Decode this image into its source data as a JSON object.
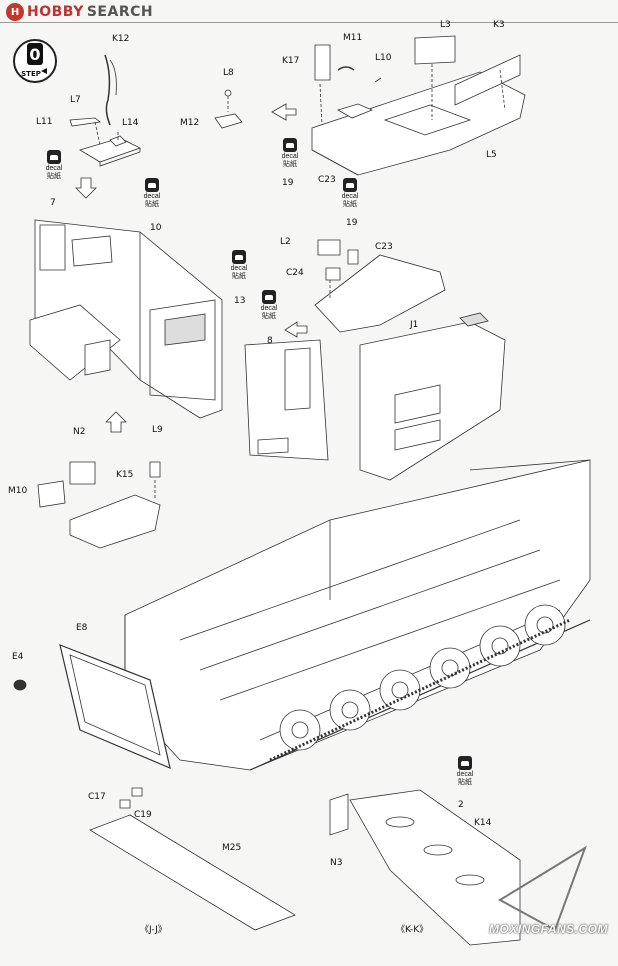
{
  "site": {
    "logo_mark": "H",
    "logo_brand": "HOBBY",
    "logo_search": "SEARCH"
  },
  "step": {
    "number": "0",
    "word": "STEP"
  },
  "decals": [
    {
      "line1": "decal",
      "line2": "貼紙"
    },
    {
      "line1": "decal",
      "line2": "貼紙"
    },
    {
      "line1": "decal",
      "line2": "貼紙"
    },
    {
      "line1": "decal",
      "line2": "貼紙"
    },
    {
      "line1": "decal",
      "line2": "貼紙"
    },
    {
      "line1": "decal",
      "line2": "貼紙"
    },
    {
      "line1": "decal",
      "line2": "貼紙"
    }
  ],
  "labels": {
    "k12": "K12",
    "l7": "L7",
    "l11": "L11",
    "l14": "L14",
    "l8": "L8",
    "m12": "M12",
    "k17": "K17",
    "m11": "M11",
    "l10": "L10",
    "l3": "L3",
    "k3": "K3",
    "l5": "L5",
    "n19a": "19",
    "c23a": "C23",
    "n7": "7",
    "n10": "10",
    "n13": "13",
    "l2": "L2",
    "n19b": "19",
    "c23b": "C23",
    "c24": "C24",
    "j1": "J1",
    "n8": "8",
    "n2a": "N2",
    "l9": "L9",
    "m10": "M10",
    "k15": "K15",
    "e8": "E8",
    "e4": "E4",
    "c17": "C17",
    "c19": "C19",
    "m25": "M25",
    "n3": "N3",
    "n2b": "2",
    "k14": "K14",
    "jj": "《J-J》",
    "kk": "《K-K》"
  },
  "watermark": "MOXINGFANS.COM"
}
